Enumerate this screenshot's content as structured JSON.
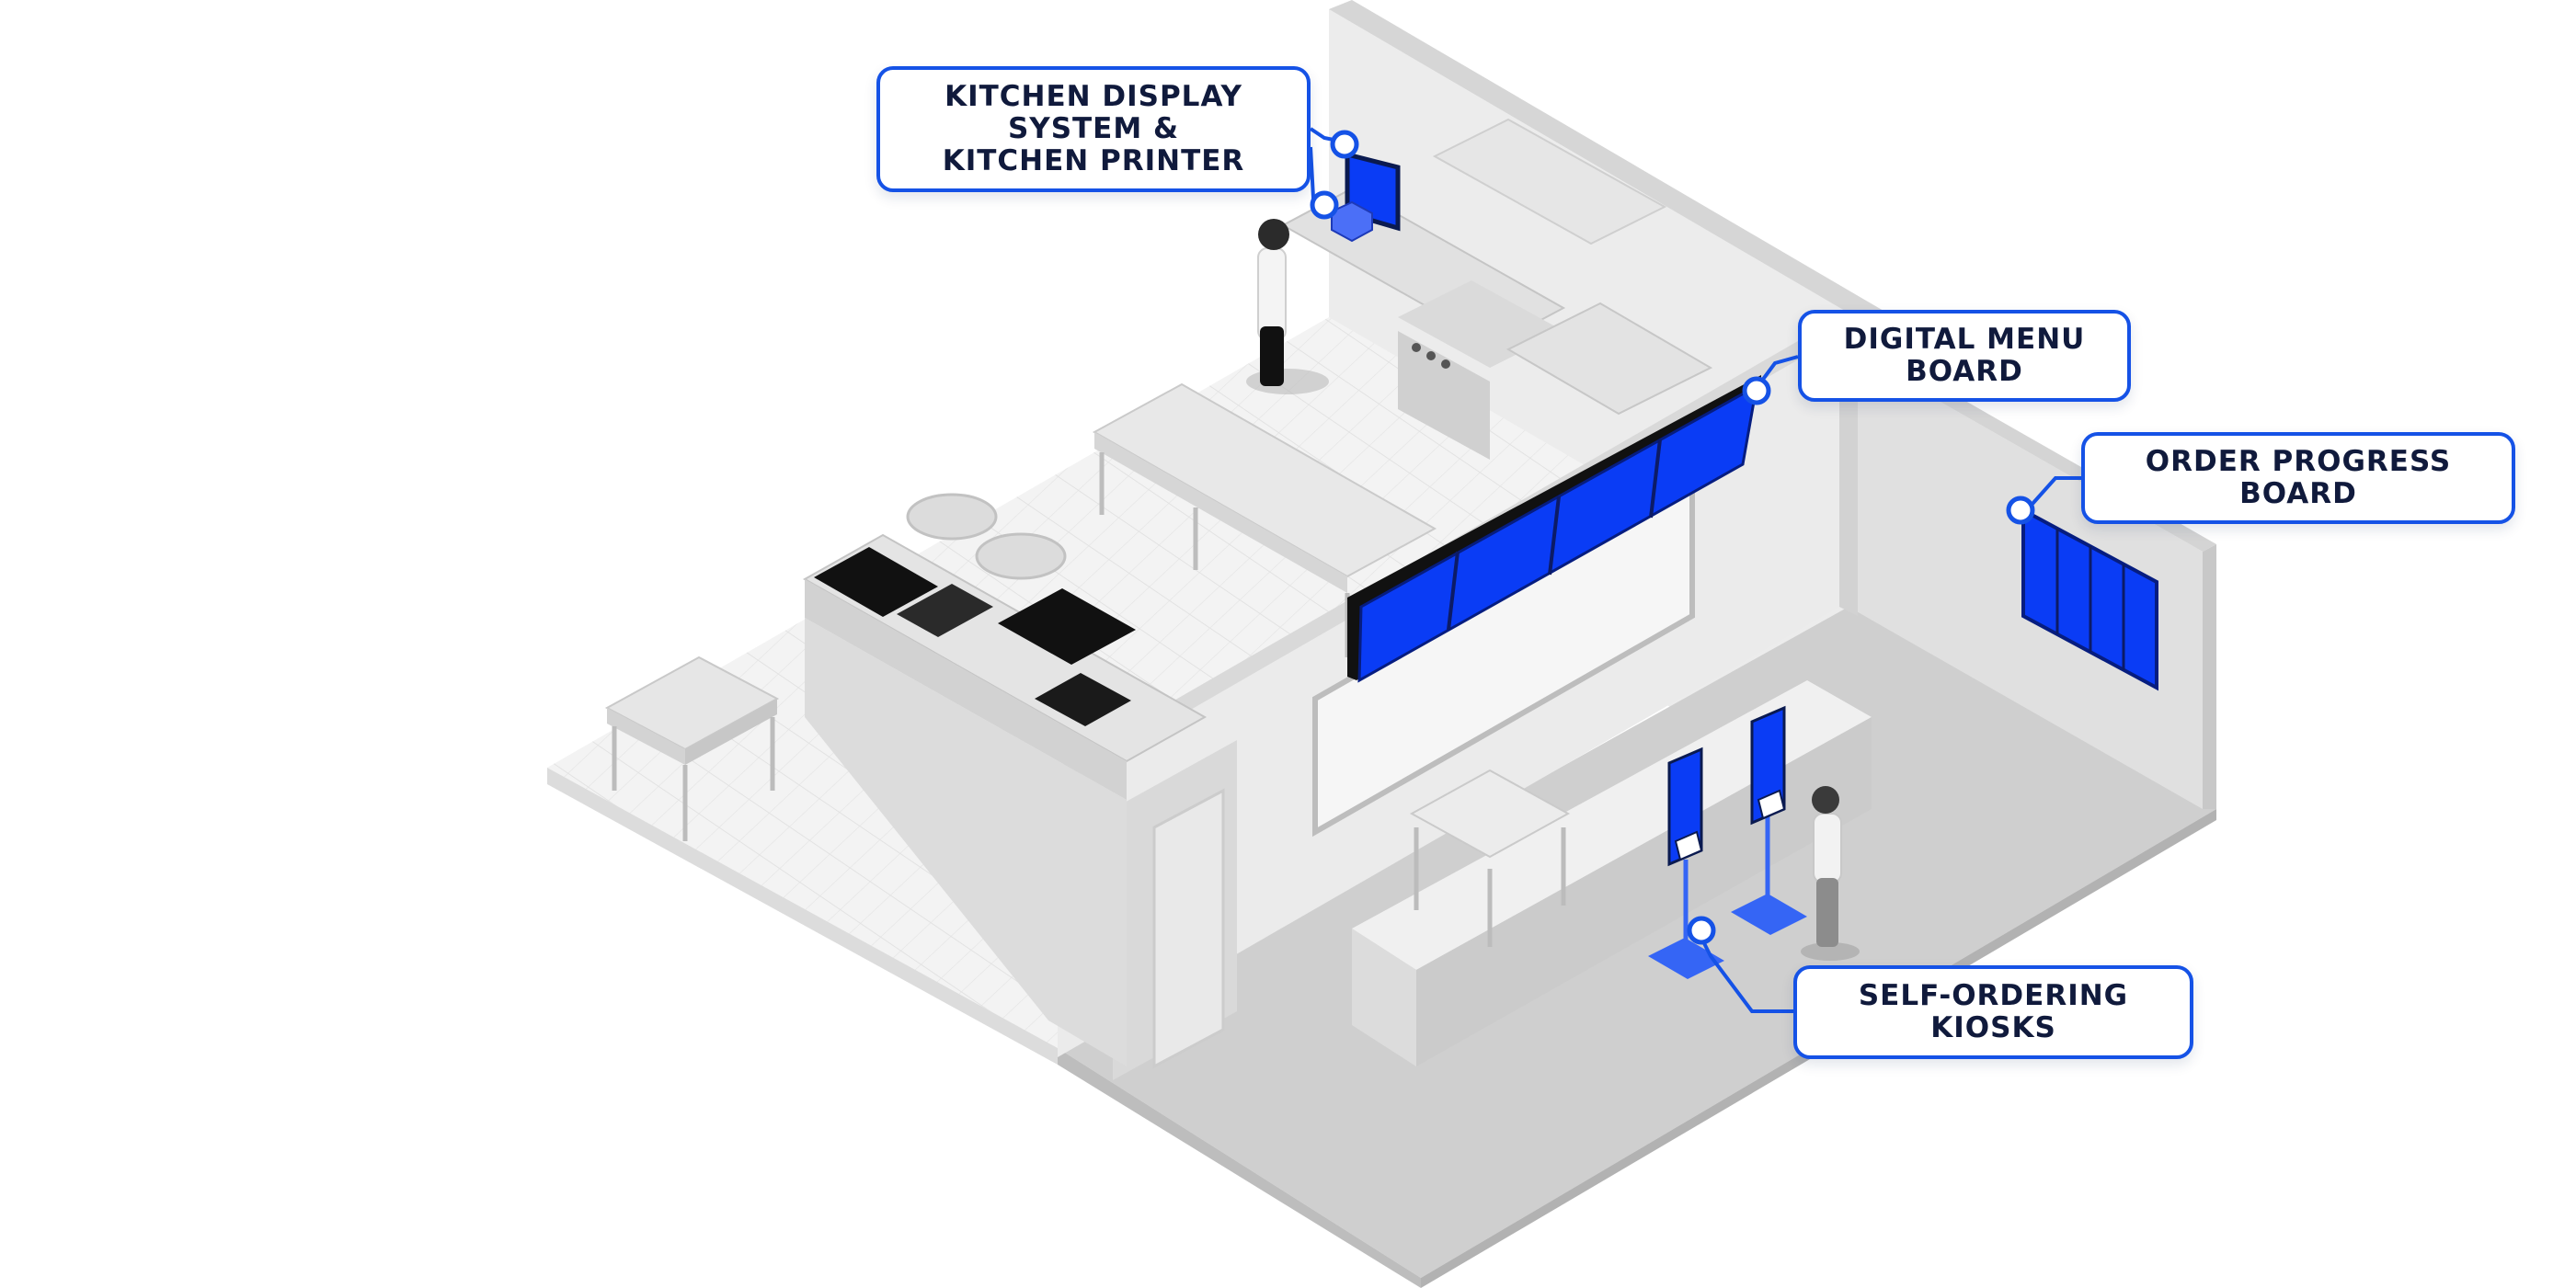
{
  "callouts": {
    "kitchen_display": {
      "lines": [
        "KITCHEN DISPLAY",
        "SYSTEM &",
        "KITCHEN PRINTER"
      ]
    },
    "digital_menu": {
      "lines": [
        "DIGITAL MENU",
        "BOARD"
      ]
    },
    "order_progress": {
      "lines": [
        "ORDER PROGRESS",
        "BOARD"
      ]
    },
    "kiosks": {
      "lines": [
        "SELF-ORDERING",
        "KIOSKS"
      ]
    }
  },
  "colors": {
    "accent": "#1552e6",
    "screen": "#0a3cf5",
    "label_text": "#101a3c",
    "floor": "#f2f2f2",
    "wall": "#e2e2e2",
    "wall_dark": "#cfcfcf",
    "equipment": "#d8d8d8",
    "appliance_top": "#111111"
  },
  "icons": [
    "kitchen-display-screen-icon",
    "kitchen-printer-icon",
    "menu-board-screen-icon",
    "order-progress-screen-icon",
    "kiosk-icon",
    "chef-figure-icon",
    "customer-figure-icon"
  ]
}
